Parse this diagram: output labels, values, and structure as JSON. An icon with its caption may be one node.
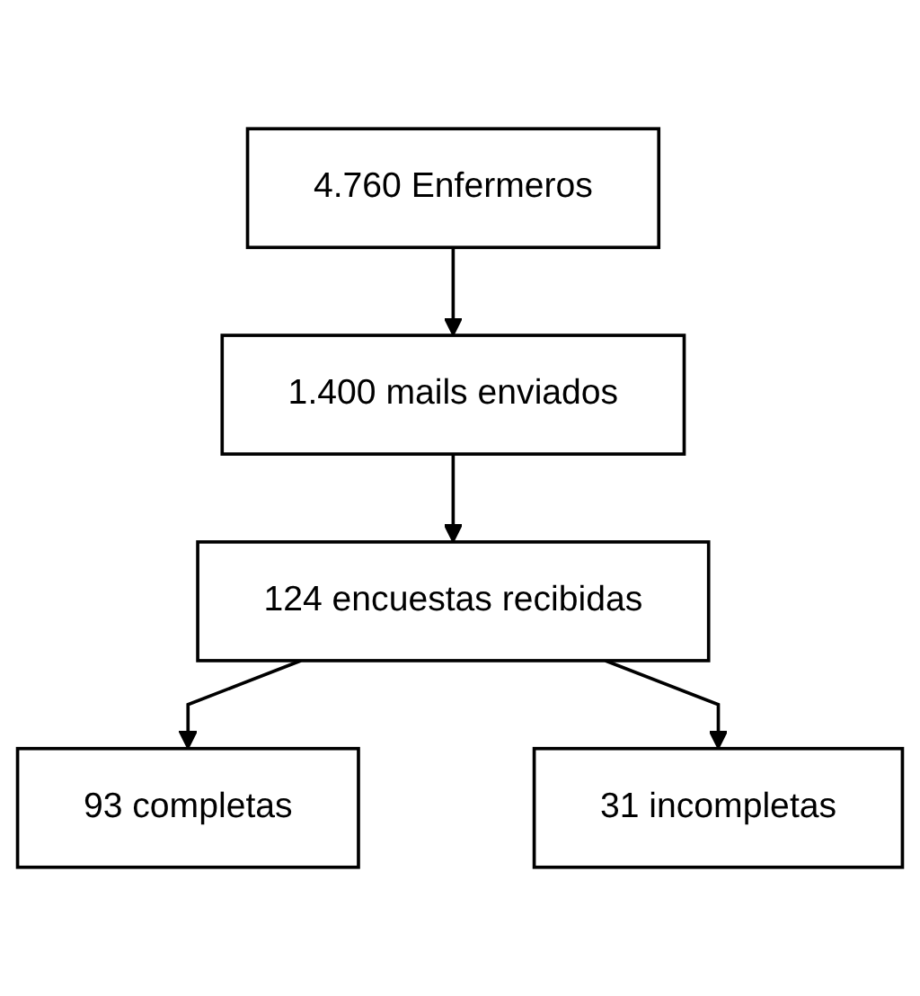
{
  "diagram": {
    "nodes": [
      {
        "text": [
          "4.760 Enfermeros"
        ]
      },
      {
        "text": [
          "1.400 mails enviados"
        ]
      },
      {
        "text": [
          "124 encuestas recibidas"
        ]
      },
      {
        "text": [
          "93 completas"
        ]
      },
      {
        "text": [
          "31 incompletas"
        ]
      }
    ],
    "edges": [
      {
        "from": 0,
        "to": 1,
        "arrow": "to"
      },
      {
        "from": 1,
        "to": 2,
        "arrow": "to"
      },
      {
        "from": 2,
        "to": 3,
        "arrow": "to"
      },
      {
        "from": 2,
        "to": 4,
        "arrow": "to"
      }
    ]
  }
}
